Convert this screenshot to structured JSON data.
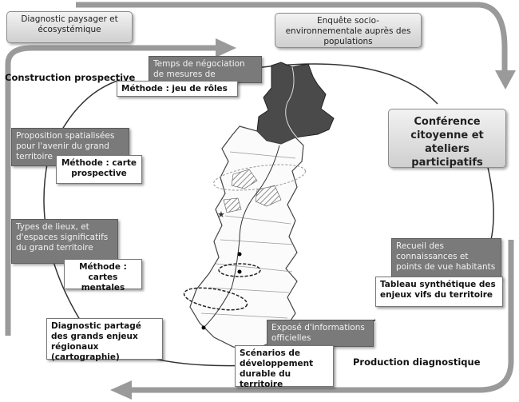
{
  "diagram": {
    "diag_paysager": "Diagnostic paysager et écosystémique",
    "enquete": "Enquête socio-environnementale auprès des populations",
    "construction_label": "Construction prospective",
    "production_label": "Production diagnostique",
    "temps_negociation": "Temps de négociation de mesures de compensation",
    "methode_jeu": "Méthode : jeu de rôles",
    "conference": "Conférence citoyenne et ateliers participatifs",
    "proposition": "Proposition spatialisées pour l'avenir du grand territoire",
    "methode_carte": "Méthode : carte prospective",
    "types_lieux": "Types de lieux, et d'espaces significatifs du grand territoire",
    "methode_cartes": "Méthode : cartes mentales",
    "recueil": "Recueil des connaissances et points de vue habitants",
    "tableau": "Tableau synthétique des enjeux vifs du territoire",
    "diag_partage": "Diagnostic partagé des grands enjeux régionaux (cartographie)",
    "expose": "Exposé d'informations officielles",
    "scenarios": "Scénarios de développement durable du territoire"
  },
  "colors": {
    "arrow": "#9a9a9a",
    "dark_box": "#7a7a7a",
    "cycle_line": "#333333"
  }
}
